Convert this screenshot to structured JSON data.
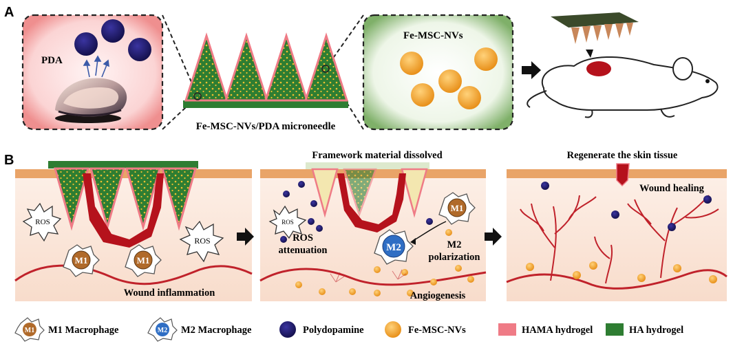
{
  "panel_a": {
    "label": "A",
    "pda_label": "PDA",
    "nv_label": "Fe-MSC-NVs",
    "microneedle_label": "Fe-MSC-NVs/PDA microneedle"
  },
  "panel_b": {
    "label": "B",
    "stage2_title": "Framework material dissolved",
    "stage3_title": "Regenerate the skin tissue",
    "ros": "ROS",
    "m1": "M1",
    "m2": "M2",
    "wound_inflammation": "Wound inflammation",
    "ros_attenuation_line1": "ROS",
    "ros_attenuation_line2": "attenuation",
    "m2_polarization_line1": "M2",
    "m2_polarization_line2": "polarization",
    "angiogenesis": "Angiogenesis",
    "wound_healing": "Wound healing"
  },
  "legend": {
    "m1_symbol": "M1",
    "m1_label": "M1 Macrophage",
    "m2_symbol": "M2",
    "m2_label": "M2 Macrophage",
    "polydopamine": "Polydopamine",
    "nvs": "Fe-MSC-NVs",
    "hama": "HAMA hydrogel",
    "ha": "HA hydrogel"
  },
  "colors": {
    "ha_green": "#2e7d32",
    "hama_pink": "#ef7b86",
    "pda_navy": "#1f1a6e",
    "nv_orange": "#f2a42a",
    "skin_top": "#e9a468",
    "tissue": "#fbe6da",
    "vessel": "#c0222b",
    "wound_red": "#b5121c"
  }
}
